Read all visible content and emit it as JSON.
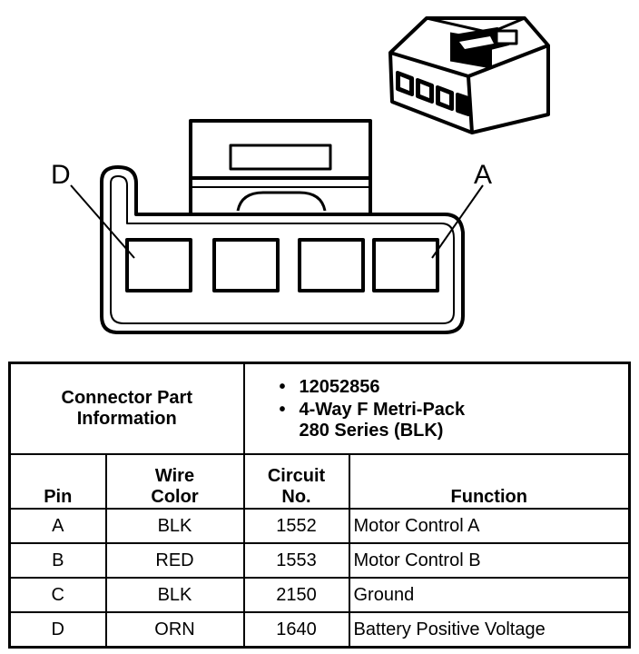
{
  "diagram": {
    "pin_labels": {
      "left": "D",
      "right": "A"
    }
  },
  "table": {
    "header_label_line1": "Connector Part",
    "header_label_line2": "Information",
    "part_info": [
      "12052856",
      "4-Way F Metri-Pack",
      "280 Series (BLK)"
    ],
    "columns": {
      "pin": "Pin",
      "wire_color_1": "Wire",
      "wire_color_2": "Color",
      "circuit_1": "Circuit",
      "circuit_2": "No.",
      "function": "Function"
    },
    "rows": [
      {
        "pin": "A",
        "wire": "BLK",
        "circuit": "1552",
        "function": "Motor Control A"
      },
      {
        "pin": "B",
        "wire": "RED",
        "circuit": "1553",
        "function": "Motor Control B"
      },
      {
        "pin": "C",
        "wire": "BLK",
        "circuit": "2150",
        "function": "Ground"
      },
      {
        "pin": "D",
        "wire": "ORN",
        "circuit": "1640",
        "function": "Battery Positive Voltage"
      }
    ]
  }
}
